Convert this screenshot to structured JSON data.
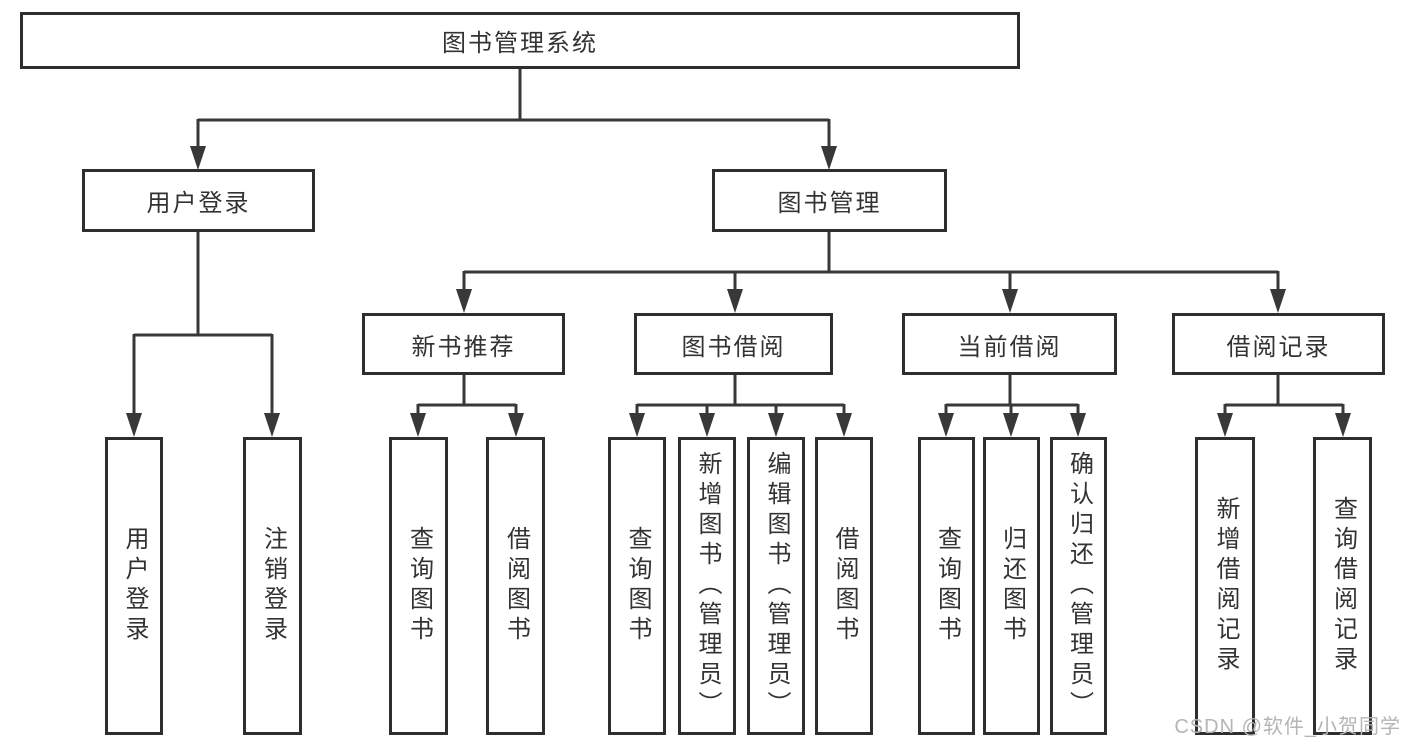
{
  "diagram": {
    "root": {
      "label": "图书管理系统"
    },
    "branches": [
      {
        "label": "用户登录",
        "children": [
          {
            "label": "用户登录"
          },
          {
            "label": "注销登录"
          }
        ]
      },
      {
        "label": "图书管理",
        "children": [
          {
            "label": "新书推荐",
            "children": [
              {
                "label": "查询图书"
              },
              {
                "label": "借阅图书"
              }
            ]
          },
          {
            "label": "图书借阅",
            "children": [
              {
                "label": "查询图书"
              },
              {
                "label": "新增图书（管理员）"
              },
              {
                "label": "编辑图书（管理员）"
              },
              {
                "label": "借阅图书"
              }
            ]
          },
          {
            "label": "当前借阅",
            "children": [
              {
                "label": "查询图书"
              },
              {
                "label": "归还图书"
              },
              {
                "label": "确认归还（管理员）"
              }
            ]
          },
          {
            "label": "借阅记录",
            "children": [
              {
                "label": "新增借阅记录"
              },
              {
                "label": "查询借阅记录"
              }
            ]
          }
        ]
      }
    ]
  },
  "watermark": {
    "text": "CSDN @软件_小贺同学"
  },
  "colors": {
    "line": "#383838",
    "box_border": "#2e2e2e",
    "text": "#333333",
    "watermark": "#b5b5b5",
    "background": "#ffffff"
  }
}
